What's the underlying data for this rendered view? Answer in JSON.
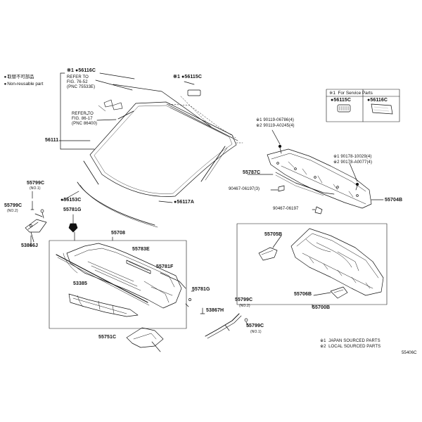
{
  "legend": {
    "item1": {
      "symbol": "●",
      "text": "取替不可部品"
    },
    "item2": {
      "symbol": "●",
      "text": "Non-reusable part"
    }
  },
  "service_parts": {
    "title": "※1  For Service Parts",
    "col1": "●56115C",
    "col2": "●56116C"
  },
  "notes": {
    "note1": "※1  JAPAN SOURCED PARTS",
    "note2": "※2  LOCAL SOURCED PARTS"
  },
  "diagram_code": "55406C",
  "labels": {
    "l56116c_top": "※1 ●56116C",
    "refer1_a": "REFER TO",
    "refer1_b": "FIG. 76-52",
    "refer1_c": "(PNC 75533E)",
    "refer2_a": "REFER TO",
    "refer2_b": "FIG. 86-17",
    "refer2_c": "(PNC 86400)",
    "l56115c": "※1 ●56115C",
    "l56111": "56111",
    "l55799c_left": "55799C",
    "l55799c_left_sub": "(NO.1)",
    "l55799c_left2": "55799C",
    "l55799c_left2_sub": "(NO.2)",
    "l56153c": "●56153C",
    "l56117a": "●56117A",
    "l55781g": "55781G",
    "l53866j": "53866J",
    "l55708": "55708",
    "l55783e": "55783E",
    "l55781f": "55781F",
    "l53385": "53385",
    "l55781g_r": "55781G",
    "l53867h": "53867H",
    "l55751c": "55751C",
    "l55799c_mid": "55799C",
    "l55799c_mid_sub": "(NO.2)",
    "l55799c_mid2": "55799C",
    "l55799c_mid2_sub": "(NO.1)",
    "bolt1": "※1 90119-06786(4)",
    "bolt2": "※2 90119-A0245(4)",
    "bolt3": "※1 90178-10029(4)",
    "bolt4": "※2 90178-A0077(4)",
    "l55787c": "55787C",
    "l90467_06197_3": "90467-06197(3)",
    "l90467_06197": "90467-06197",
    "l55704b": "55704B",
    "l55705b": "55705B",
    "l55706b": "55706B",
    "l55700b": "55700B"
  }
}
